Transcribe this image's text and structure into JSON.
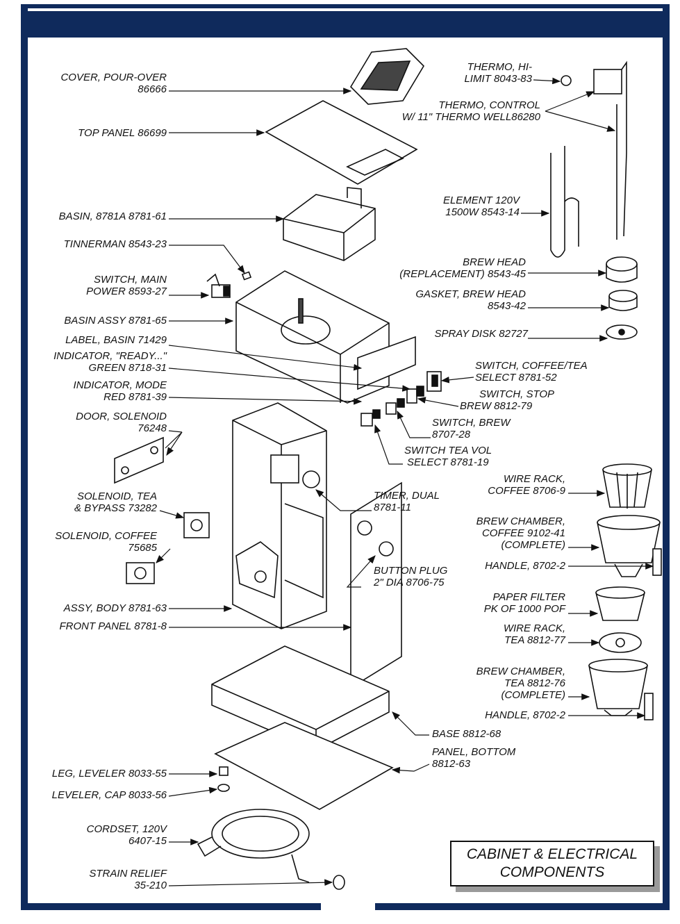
{
  "title": {
    "line1": "CABINET & ELECTRICAL",
    "line2": "COMPONENTS"
  },
  "labels": {
    "cover_pour_over": [
      "COVER, POUR-OVER",
      "86666"
    ],
    "top_panel": [
      "TOP PANEL  86699"
    ],
    "basin": [
      "BASIN, 8781A  8781-61"
    ],
    "tinnerman": [
      "TINNERMAN   8543-23"
    ],
    "switch_main": [
      "SWITCH, MAIN",
      "POWER    8593-27"
    ],
    "basin_assy": [
      "BASIN ASSY  8781-65"
    ],
    "label_basin": [
      "LABEL, BASIN  71429"
    ],
    "indicator_ready": [
      "INDICATOR, \"READY...\"",
      "GREEN  8718-31"
    ],
    "indicator_mode": [
      "INDICATOR, MODE",
      "RED  8781-39"
    ],
    "door_solenoid": [
      "DOOR, SOLENOID",
      "76248"
    ],
    "solenoid_tea": [
      "SOLENOID, TEA",
      "& BYPASS  73282"
    ],
    "solenoid_coffee": [
      "SOLENOID, COFFEE",
      "75685"
    ],
    "assy_body": [
      "ASSY, BODY  8781-63"
    ],
    "front_panel": [
      "FRONT PANEL  8781-8"
    ],
    "leg_leveler": [
      "LEG, LEVELER     8033-55"
    ],
    "leveler_cap": [
      "LEVELER, CAP  8033-56"
    ],
    "cordset": [
      "CORDSET, 120V",
      "6407-15"
    ],
    "strain_relief": [
      "STRAIN RELIEF",
      "35-210"
    ],
    "thermo_hi": [
      "THERMO, HI-",
      "LIMIT   8043-83"
    ],
    "thermo_control": [
      "THERMO, CONTROL",
      "W/ 11\" THERMO WELL86280"
    ],
    "element": [
      "ELEMENT  120V",
      "1500W  8543-14"
    ],
    "brew_head": [
      "BREW HEAD",
      "(REPLACEMENT)  8543-45"
    ],
    "gasket": [
      "GASKET, BREW HEAD",
      "8543-42"
    ],
    "spray_disk": [
      "SPRAY DISK  82727"
    ],
    "switch_coffee_tea": [
      "SWITCH, COFFEE/TEA",
      "SELECT    8781-52"
    ],
    "switch_stop": [
      "SWITCH, STOP",
      "BREW  8812-79"
    ],
    "switch_brew": [
      "SWITCH, BREW",
      "8707-28"
    ],
    "switch_tea_vol": [
      "SWITCH TEA VOL",
      "SELECT  8781-19"
    ],
    "timer": [
      "TIMER, DUAL",
      "8781-11"
    ],
    "button_plug": [
      "BUTTON PLUG",
      "2\" DIA    8706-75"
    ],
    "wire_rack_coffee": [
      "WIRE RACK,",
      "COFFEE  8706-9"
    ],
    "brew_chamber_coffee": [
      "BREW CHAMBER,",
      "COFFEE  9102-41",
      "(COMPLETE)"
    ],
    "handle1": [
      "HANDLE, 8702-2"
    ],
    "paper_filter": [
      "PAPER FILTER",
      "PK OF 1000    POF"
    ],
    "wire_rack_tea": [
      "WIRE RACK,",
      "TEA  8812-77"
    ],
    "brew_chamber_tea": [
      "BREW CHAMBER,",
      "TEA    8812-76",
      "(COMPLETE)"
    ],
    "handle2": [
      "HANDLE, 8702-2"
    ],
    "base": [
      "BASE  8812-68"
    ],
    "panel_bottom": [
      "PANEL, BOTTOM",
      "8812-63"
    ]
  },
  "colors": {
    "frame": "#0f2a5c",
    "line": "#111111",
    "shadow": "#9a9a9a"
  }
}
